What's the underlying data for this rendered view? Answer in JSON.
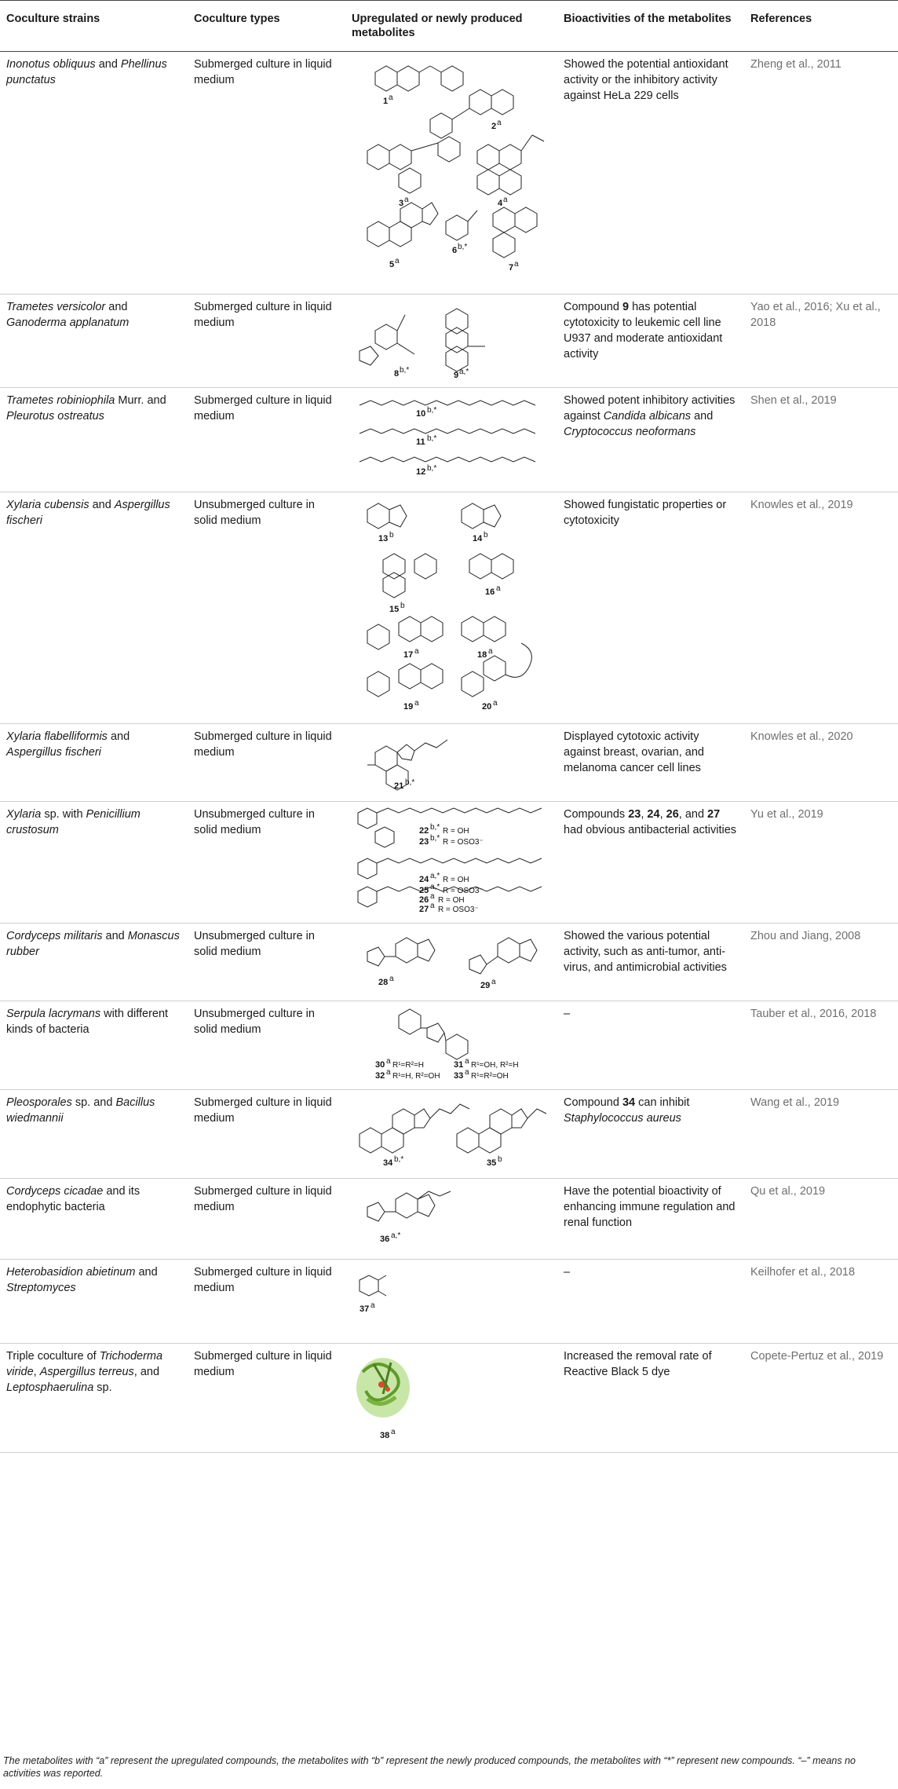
{
  "headers": {
    "strains": "Coculture strains",
    "types": "Coculture types",
    "metabolites": "Upregulated or newly produced metabolites",
    "bioactivities": "Bioactivities of the metabolites",
    "references": "References"
  },
  "rows": [
    {
      "strain_a": "Inonotus obliquus",
      "strain_join": " and ",
      "strain_b": "Phellinus punctatus",
      "type": "Submerged culture in liquid medium",
      "compounds": [
        "1a",
        "2a",
        "3a",
        "4a",
        "5a",
        "6b,*",
        "7a"
      ],
      "bio": "Showed the potential antioxidant activity or the inhibitory activity against HeLa 229 cells",
      "ref": "Zheng et al., 2011"
    },
    {
      "strain_a": "Trametes versicolor",
      "strain_join": " and ",
      "strain_b": "Ganoderma applanatum",
      "type": "Submerged culture in liquid medium",
      "compounds": [
        "8b,*",
        "9a,*"
      ],
      "bio_pre": "Compound ",
      "bio_bold": "9",
      "bio_post": " has potential cytotoxicity to leukemic cell line U937 and moderate antioxidant activity",
      "ref": "Yao et al., 2016; Xu et al., 2018"
    },
    {
      "strain_a": "Trametes robiniophila",
      "strain_join": " Murr. and ",
      "strain_b": "Pleurotus ostreatus",
      "type": "Submerged culture in liquid medium",
      "compounds": [
        "10b,*",
        "11b,*",
        "12b,*"
      ],
      "bio_pre": "Showed potent inhibitory activities against ",
      "bio_i1": "Candida albicans",
      "bio_mid": " and ",
      "bio_i2": "Cryptococcus neoformans",
      "ref": "Shen et al., 2019"
    },
    {
      "strain_a": "Xylaria cubensis",
      "strain_join": " and ",
      "strain_b": "Aspergillus fischeri",
      "type": "Unsubmerged culture in solid medium",
      "compounds": [
        "13b",
        "14b",
        "15b",
        "16a",
        "17a",
        "18a",
        "19a",
        "20a"
      ],
      "bio": "Showed fungistatic properties or cytotoxicity",
      "ref": "Knowles et al., 2019"
    },
    {
      "strain_a": "Xylaria flabelliformis",
      "strain_join": " and ",
      "strain_b": "Aspergillus fischeri",
      "type": "Submerged culture in liquid medium",
      "compounds": [
        "21b,*"
      ],
      "bio": "Displayed cytotoxic activity against breast, ovarian, and melanoma cancer cell lines",
      "ref": "Knowles et al., 2020"
    },
    {
      "strain_a": "Xylaria",
      "strain_join": " sp. with ",
      "strain_b": "Penicillium crustosum",
      "type": "Unsubmerged culture in solid medium",
      "compounds": [
        "22b,* R = OH",
        "23b,* R = OSO3-",
        "24a,* R = OH",
        "25a,* R = OSO3-",
        "26a R = OH",
        "27a R = OSO3-"
      ],
      "bio_pre": "Compounds ",
      "bio_b1": "23",
      "bio_c1": ", ",
      "bio_b2": "24",
      "bio_c2": ", ",
      "bio_b3": "26",
      "bio_c3": ", and ",
      "bio_b4": "27",
      "bio_post": " had obvious antibacterial activities",
      "ref": "Yu et al., 2019"
    },
    {
      "strain_a": "Cordyceps militaris",
      "strain_join": " and ",
      "strain_b": "Monascus rubber",
      "type": "Unsubmerged culture in solid medium",
      "compounds": [
        "28a",
        "29a"
      ],
      "bio": "Showed the various potential activity, such as anti-tumor, anti-virus, and antimicrobial activities",
      "ref": "Zhou and Jiang, 2008"
    },
    {
      "strain_a": "Serpula lacrymans",
      "strain_join": " with different kinds of bacteria",
      "strain_b": "",
      "type": "Unsubmerged culture in solid medium",
      "compounds": [
        "30a R1=R2=H",
        "31a R1=OH, R2=H",
        "32a R1=H, R2=OH",
        "33a R1=R2=OH"
      ],
      "bio": "–",
      "ref": "Tauber et al., 2016, 2018"
    },
    {
      "strain_a": "Pleosporales",
      "strain_join": " sp. and ",
      "strain_b": "Bacillus wiedmannii",
      "type": "Submerged culture in liquid medium",
      "compounds": [
        "34b,*",
        "35b"
      ],
      "bio_pre": "Compound ",
      "bio_bold": "34",
      "bio_mid": " can inhibit ",
      "bio_i1": "Staphylococcus aureus",
      "ref": "Wang et al., 2019"
    },
    {
      "strain_a": "Cordyceps cicadae",
      "strain_join": " and its endophytic bacteria",
      "strain_b": "",
      "type": "Submerged culture in liquid medium",
      "compounds": [
        "36a,*"
      ],
      "bio": "Have the potential bioactivity of enhancing immune regulation and renal function",
      "ref": "Qu et al., 2019"
    },
    {
      "strain_a": "Heterobasidion abietinum",
      "strain_join": " and ",
      "strain_b": "Streptomyces",
      "type": "Submerged culture in liquid medium",
      "compounds": [
        "37a"
      ],
      "bio": "–",
      "ref": "Keilhofer et al., 2018"
    },
    {
      "strain_pre": "Triple coculture of ",
      "strain_a": "Trichoderma viride",
      "strain_join": ", ",
      "strain_b": "Aspergillus terreus",
      "strain_join2": ", and ",
      "strain_c": "Leptosphaerulina",
      "strain_post": " sp.",
      "type": "Submerged culture in liquid medium",
      "compounds": [
        "38a"
      ],
      "bio": "Increased the removal rate of Reactive Black 5 dye",
      "ref": "Copete-Pertuz et al., 2019"
    }
  ],
  "footnote": "The metabolites with “a” represent the upregulated compounds, the metabolites with “b” represent the newly produced compounds, the metabolites with “*” represent new compounds. “–” means no activities was reported."
}
